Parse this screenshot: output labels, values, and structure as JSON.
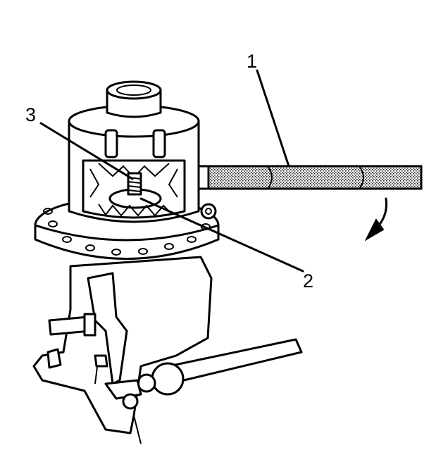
{
  "callouts": [
    {
      "id": "1",
      "label": "1"
    },
    {
      "id": "2",
      "label": "2"
    },
    {
      "id": "3",
      "label": "3"
    }
  ],
  "colors": {
    "line": "#000000",
    "background": "#ffffff",
    "shading": "#888888"
  }
}
